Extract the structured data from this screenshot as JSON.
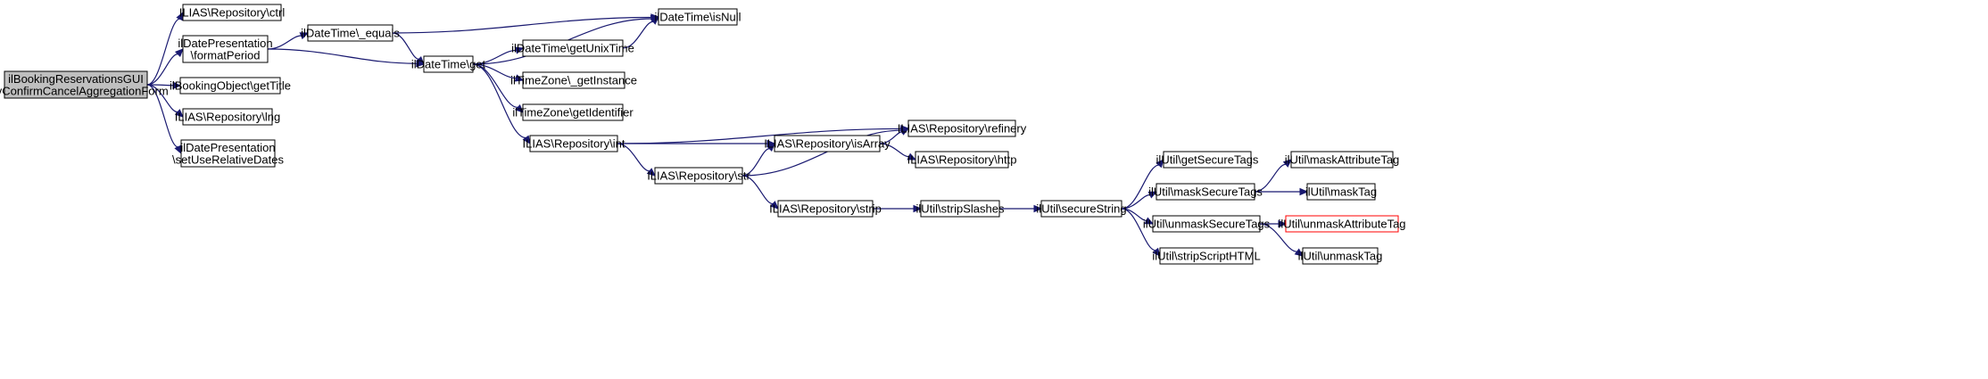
{
  "graph": {
    "colors": {
      "edge": "#191970",
      "node_border": "#000000",
      "root_fill": "#bfbfbf",
      "highlight_border": "#ff0000"
    },
    "nodes": {
      "root": [
        "ilBookingReservationsGUI",
        "\\rsvConfirmCancelAggregationForm"
      ],
      "repo_ctrl": [
        "ILIAS\\Repository\\ctrl"
      ],
      "format_period": [
        "ilDatePresentation",
        "\\formatPeriod"
      ],
      "booking_get_title": [
        "ilBookingObject\\getTitle"
      ],
      "repo_lng": [
        "ILIAS\\Repository\\lng"
      ],
      "set_relative_dates": [
        "ilDatePresentation",
        "\\setUseRelativeDates"
      ],
      "dt_equals": [
        "ilDateTime\\_equals"
      ],
      "dt_get": [
        "ilDateTime\\get"
      ],
      "dt_is_null": [
        "ilDateTime\\isNull"
      ],
      "dt_unix": [
        "ilDateTime\\getUnixTime"
      ],
      "tz_instance": [
        "ilTimeZone\\_getInstance"
      ],
      "tz_identifier": [
        "ilTimeZone\\getIdentifier"
      ],
      "repo_int": [
        "ILIAS\\Repository\\int"
      ],
      "repo_refinery": [
        "ILIAS\\Repository\\refinery"
      ],
      "repo_is_array": [
        "ILIAS\\Repository\\isArray"
      ],
      "repo_http": [
        "ILIAS\\Repository\\http"
      ],
      "repo_str": [
        "ILIAS\\Repository\\str"
      ],
      "repo_strip": [
        "ILIAS\\Repository\\strip"
      ],
      "util_strip_slashes": [
        "ilUtil\\stripSlashes"
      ],
      "util_secure_string": [
        "ilUtil\\secureString"
      ],
      "util_get_secure_tags": [
        "ilUtil\\getSecureTags"
      ],
      "util_mask_secure_tags": [
        "ilUtil\\maskSecureTags"
      ],
      "util_unmask_secure_tags": [
        "ilUtil\\unmaskSecureTags"
      ],
      "util_strip_script_html": [
        "ilUtil\\stripScriptHTML"
      ],
      "util_mask_attribute_tag": [
        "ilUtil\\maskAttributeTag"
      ],
      "util_mask_tag": [
        "ilUtil\\maskTag"
      ],
      "util_unmask_attribute_tag": [
        "ilUtil\\unmaskAttributeTag"
      ],
      "util_unmask_tag": [
        "ilUtil\\unmaskTag"
      ]
    },
    "edges": [
      [
        "root",
        "repo_ctrl"
      ],
      [
        "root",
        "format_period"
      ],
      [
        "root",
        "booking_get_title"
      ],
      [
        "root",
        "repo_lng"
      ],
      [
        "root",
        "set_relative_dates"
      ],
      [
        "format_period",
        "dt_equals"
      ],
      [
        "format_period",
        "dt_get"
      ],
      [
        "dt_equals",
        "dt_is_null"
      ],
      [
        "dt_equals",
        "dt_get"
      ],
      [
        "dt_get",
        "dt_is_null"
      ],
      [
        "dt_get",
        "dt_unix"
      ],
      [
        "dt_get",
        "tz_instance"
      ],
      [
        "dt_get",
        "tz_identifier"
      ],
      [
        "dt_get",
        "repo_int"
      ],
      [
        "dt_unix",
        "dt_is_null"
      ],
      [
        "repo_int",
        "repo_refinery"
      ],
      [
        "repo_int",
        "repo_is_array"
      ],
      [
        "repo_int",
        "repo_str"
      ],
      [
        "repo_is_array",
        "repo_refinery"
      ],
      [
        "repo_is_array",
        "repo_http"
      ],
      [
        "repo_str",
        "repo_is_array"
      ],
      [
        "repo_str",
        "repo_refinery"
      ],
      [
        "repo_str",
        "repo_strip"
      ],
      [
        "repo_strip",
        "util_strip_slashes"
      ],
      [
        "util_strip_slashes",
        "util_secure_string"
      ],
      [
        "util_secure_string",
        "util_get_secure_tags"
      ],
      [
        "util_secure_string",
        "util_mask_secure_tags"
      ],
      [
        "util_secure_string",
        "util_unmask_secure_tags"
      ],
      [
        "util_secure_string",
        "util_strip_script_html"
      ],
      [
        "util_mask_secure_tags",
        "util_mask_attribute_tag"
      ],
      [
        "util_mask_secure_tags",
        "util_mask_tag"
      ],
      [
        "util_unmask_secure_tags",
        "util_unmask_attribute_tag"
      ],
      [
        "util_unmask_secure_tags",
        "util_unmask_tag"
      ]
    ]
  }
}
